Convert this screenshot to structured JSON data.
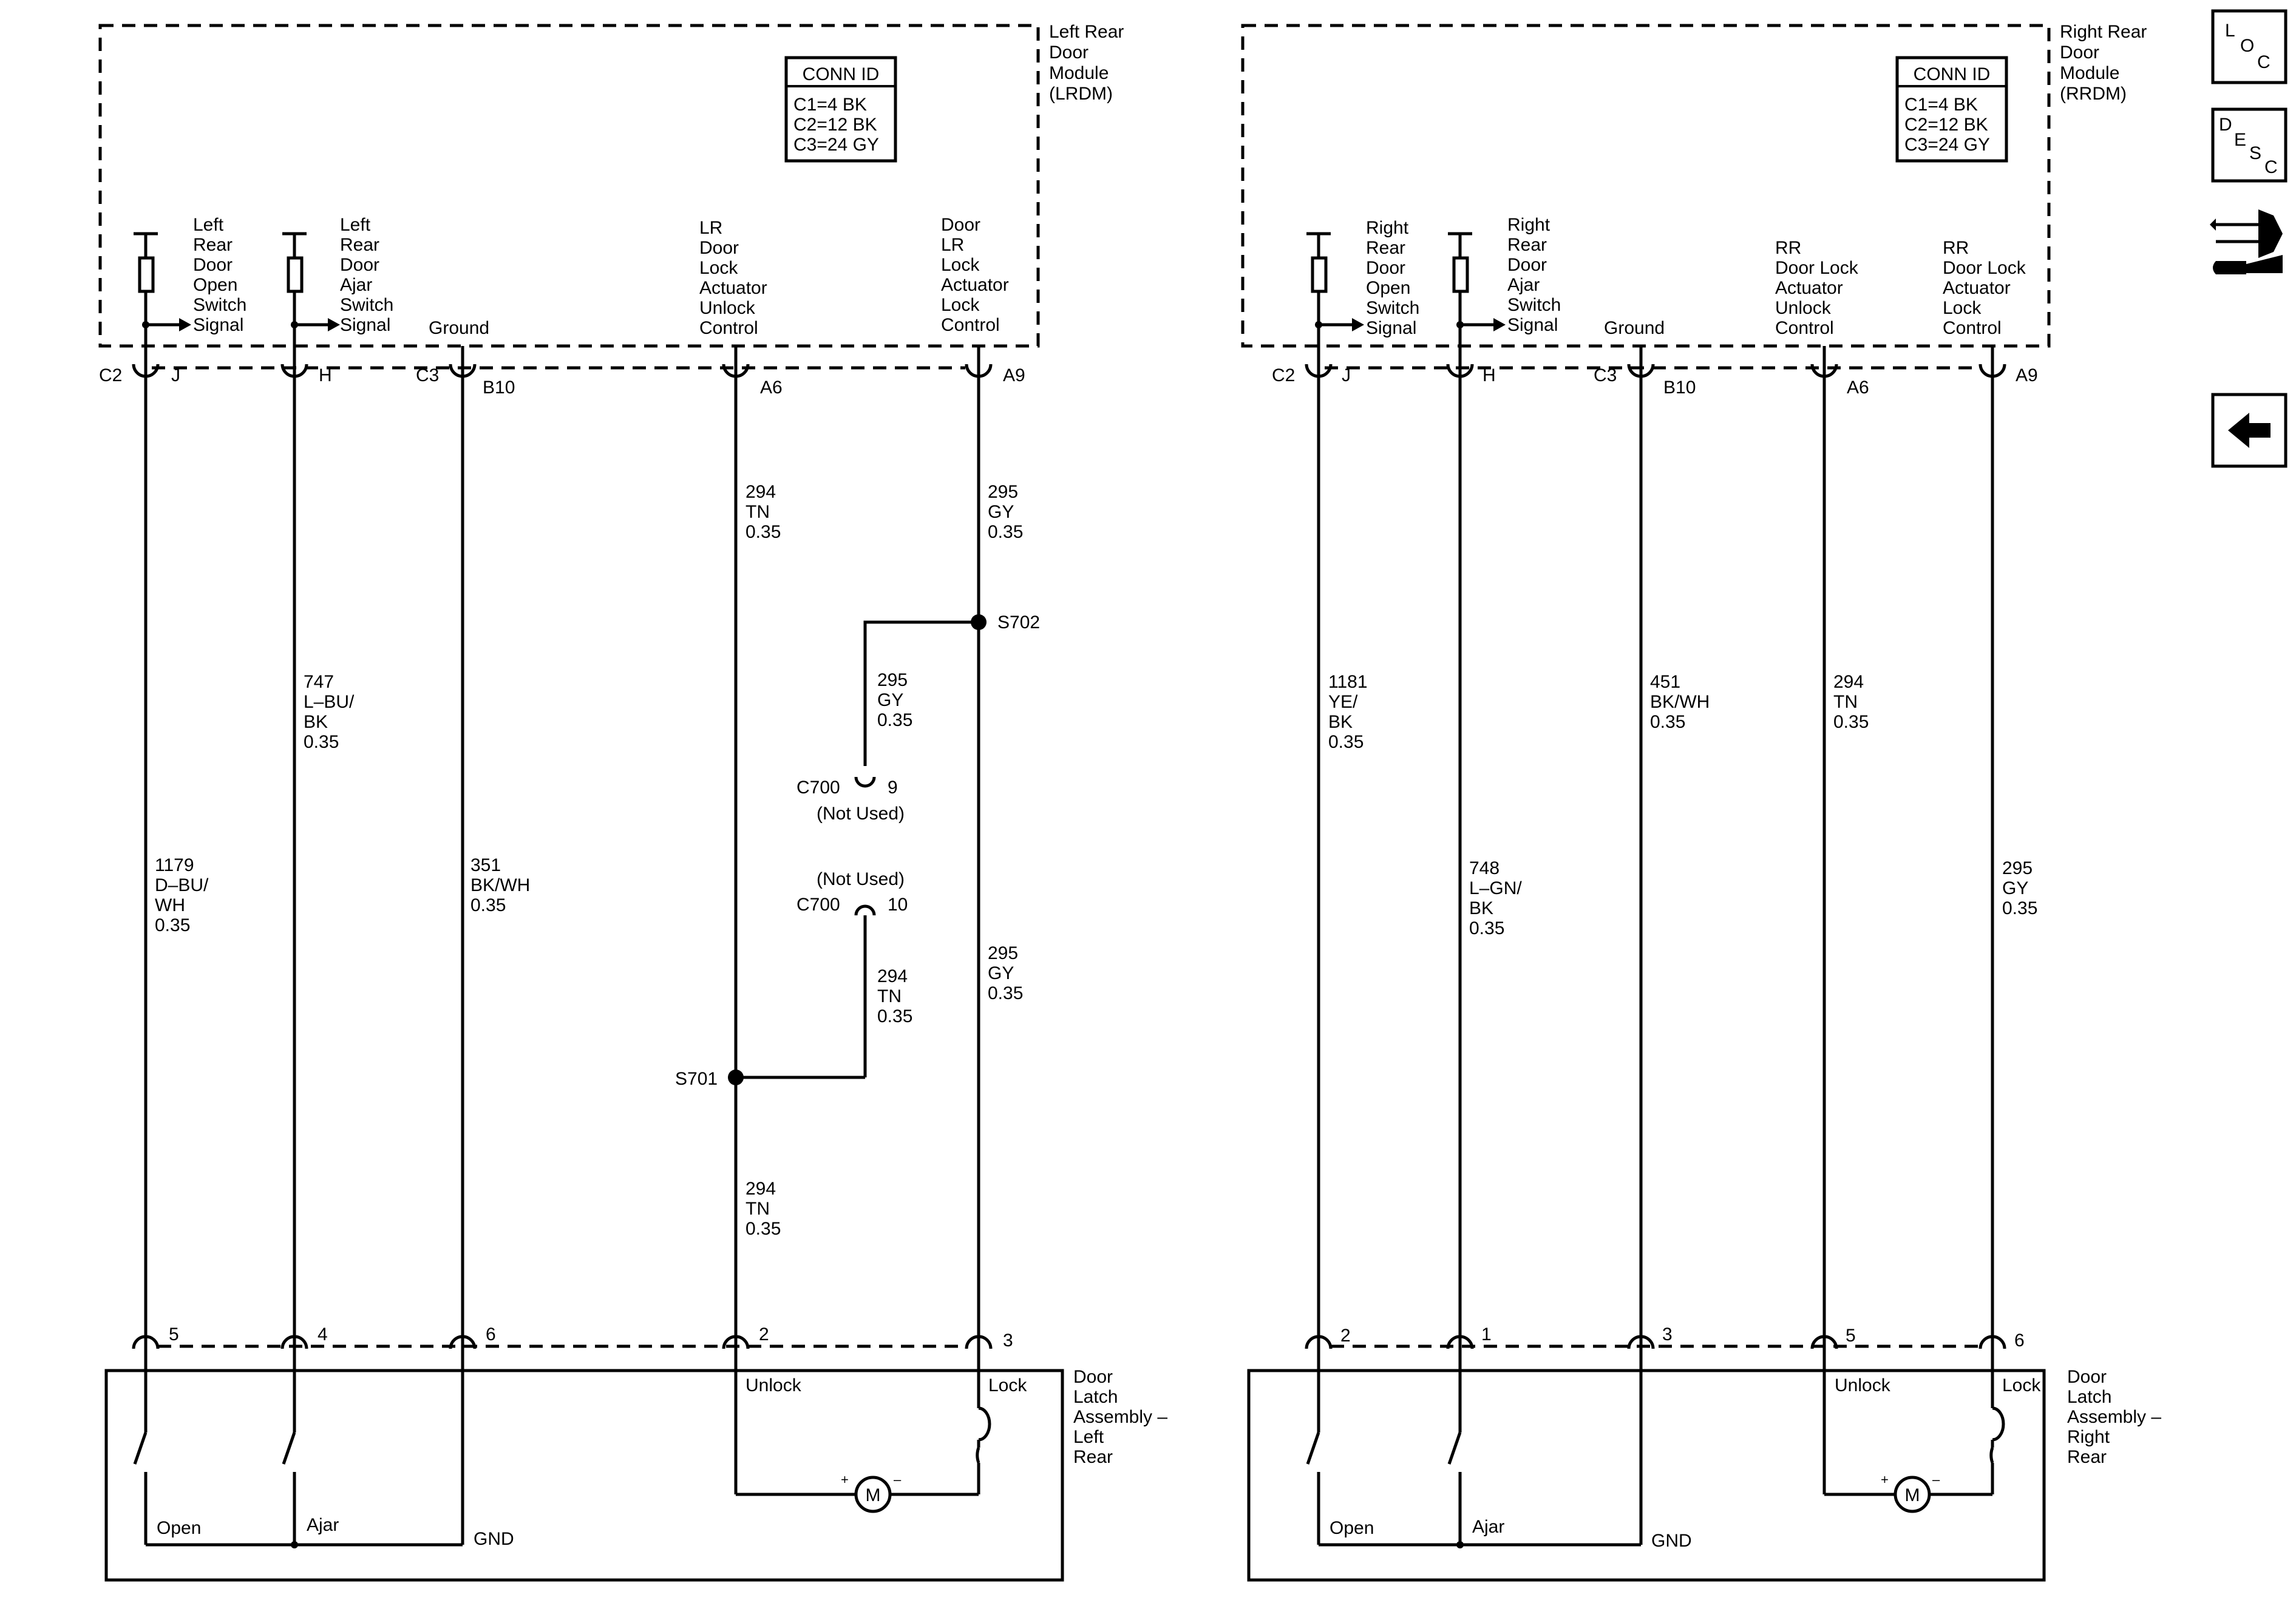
{
  "left": {
    "module_name": [
      "Left Rear",
      "Door",
      "Module",
      "(LRDM)"
    ],
    "assembly_name": [
      "Door",
      "Latch",
      "Assembly –",
      "Left",
      "Rear"
    ],
    "c700_label_9": "C700",
    "c700_pin_9": "9",
    "c700_not_used_9": "(Not Used)",
    "c700_label_10": "C700",
    "c700_pin_10": "10",
    "c700_not_used_10": "(Not Used)",
    "splice_s702": "S702",
    "splice_s701": "S701",
    "wire_s702_c700": [
      "295",
      "GY",
      "0.35"
    ],
    "wire_c700_s701": [
      "294",
      "TN",
      "0.35"
    ],
    "wire_a6_bottom": [
      "294",
      "TN",
      "0.35"
    ],
    "wire_a9_bottom": [
      "295",
      "GY",
      "0.35"
    ]
  },
  "right": {
    "module_name": [
      "Right Rear",
      "Door",
      "Module",
      "(RRDM)"
    ],
    "assembly_name": [
      "Door",
      "Latch",
      "Assembly –",
      "Right",
      "Rear"
    ]
  },
  "conn_id": {
    "title": "CONN ID",
    "lines": [
      "C1=4 BK",
      "C2=12 BK",
      "C3=24 GY"
    ]
  },
  "connector_labels": {
    "c2": "C2",
    "c3": "C3"
  },
  "switch_labels": {
    "open": "Open",
    "ajar": "Ajar",
    "gnd": "GND",
    "unlock": "Unlock",
    "lock": "Lock"
  },
  "motor_label": "M",
  "left_circuits": [
    {
      "func": [
        "Left",
        "Rear",
        "Door",
        "Open",
        "Switch",
        "Signal"
      ],
      "pin": "J",
      "wire": [
        "1179",
        "D–BU/",
        "WH",
        "0.35"
      ],
      "bottom_pin": "5"
    },
    {
      "func": [
        "Left",
        "Rear",
        "Door",
        "Ajar",
        "Switch",
        "Signal"
      ],
      "pin": "H",
      "wire": [
        "747",
        "L–BU/",
        "BK",
        "0.35"
      ],
      "bottom_pin": "4"
    },
    {
      "func": [
        "Ground"
      ],
      "pin": "B10",
      "wire": [
        "351",
        "BK/WH",
        "0.35"
      ],
      "bottom_pin": "6"
    },
    {
      "func": [
        "LR",
        "Door",
        "Lock",
        "Actuator",
        "Unlock",
        "Control"
      ],
      "pin": "A6",
      "wire": [
        "294",
        "TN",
        "0.35"
      ],
      "bottom_pin": "2"
    },
    {
      "func": [
        "Door",
        "LR",
        "Lock",
        "Actuator",
        "Lock",
        "Control"
      ],
      "pin": "A9",
      "wire": [
        "295",
        "GY",
        "0.35"
      ],
      "bottom_pin": "3"
    }
  ],
  "right_circuits": [
    {
      "func": [
        "Right",
        "Rear",
        "Door",
        "Open",
        "Switch",
        "Signal"
      ],
      "pin": "J",
      "wire": [
        "1181",
        "YE/",
        "BK",
        "0.35"
      ],
      "bottom_pin": "2"
    },
    {
      "func": [
        "Right",
        "Rear",
        "Door",
        "Ajar",
        "Switch",
        "Signal"
      ],
      "pin": "H",
      "wire": [
        "748",
        "L–GN/",
        "BK",
        "0.35"
      ],
      "bottom_pin": "1"
    },
    {
      "func": [
        "Ground"
      ],
      "pin": "B10",
      "wire": [
        "451",
        "BK/WH",
        "0.35"
      ],
      "bottom_pin": "3"
    },
    {
      "func": [
        "RR",
        "Door Lock",
        "Actuator",
        "Unlock",
        "Control"
      ],
      "pin": "A6",
      "wire": [
        "294",
        "TN",
        "0.35"
      ],
      "bottom_pin": "5"
    },
    {
      "func": [
        "RR",
        "Door Lock",
        "Actuator",
        "Lock",
        "Control"
      ],
      "pin": "A9",
      "wire": [
        "295",
        "GY",
        "0.35"
      ],
      "bottom_pin": "6"
    }
  ],
  "nav": {
    "loc": [
      "L",
      "O",
      "C"
    ],
    "desc": [
      "D",
      "E",
      "S",
      "C"
    ]
  },
  "icons": {
    "connector": "connector-icon",
    "back": "back-arrow-icon"
  }
}
